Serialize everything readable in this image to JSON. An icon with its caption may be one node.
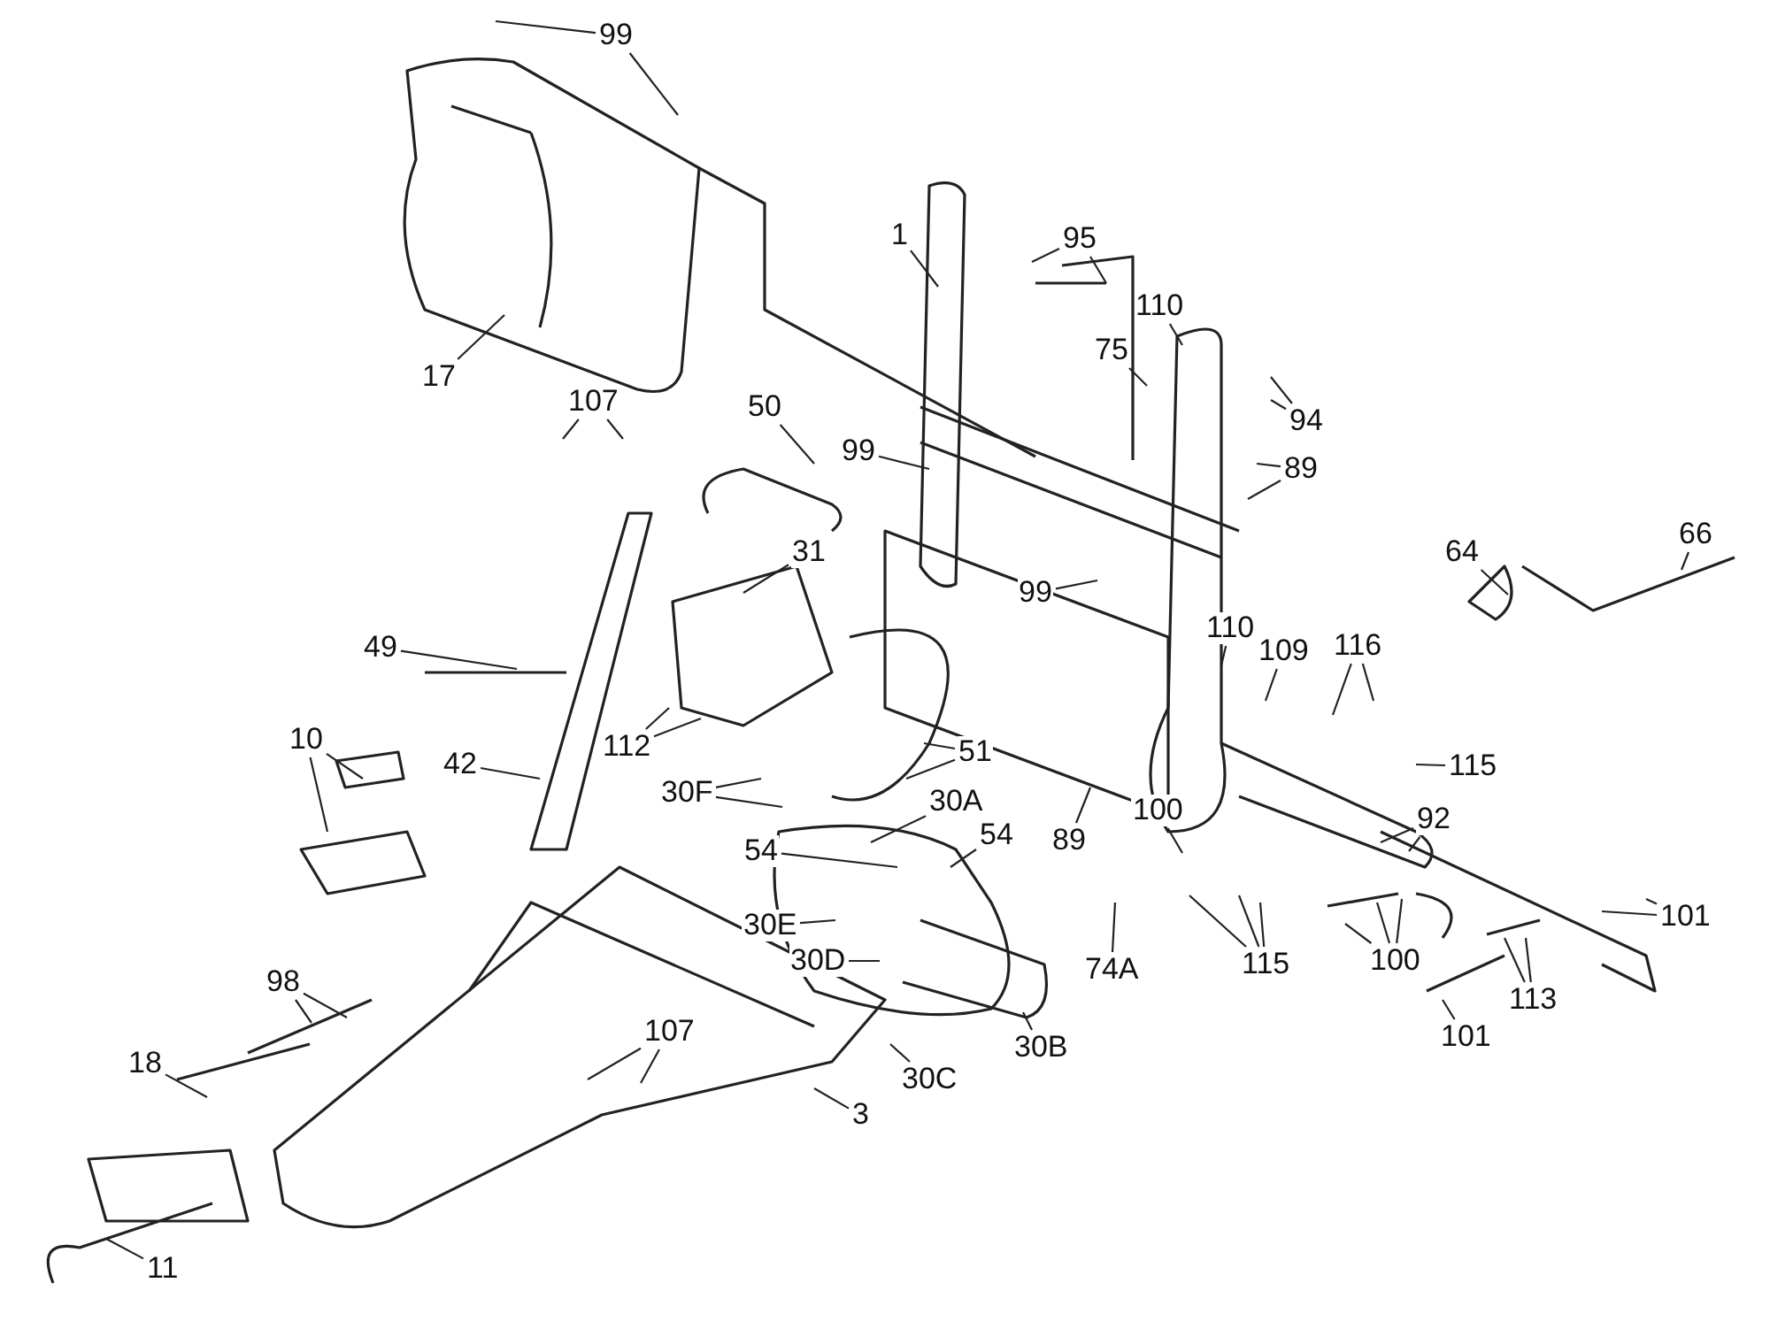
{
  "diagram": {
    "nodes": [
      {
        "text": [
          "99"
        ]
      },
      {
        "text": [
          "1"
        ]
      },
      {
        "text": [
          "95"
        ]
      },
      {
        "text": [
          "110"
        ]
      },
      {
        "text": [
          "75"
        ]
      },
      {
        "text": [
          "94"
        ]
      },
      {
        "text": [
          "17"
        ]
      },
      {
        "text": [
          "107"
        ]
      },
      {
        "text": [
          "50"
        ]
      },
      {
        "text": [
          "99"
        ]
      },
      {
        "text": [
          "89"
        ]
      },
      {
        "text": [
          "64"
        ]
      },
      {
        "text": [
          "66"
        ]
      },
      {
        "text": [
          "31"
        ]
      },
      {
        "text": [
          "99"
        ]
      },
      {
        "text": [
          "49"
        ]
      },
      {
        "text": [
          "110"
        ]
      },
      {
        "text": [
          "109"
        ]
      },
      {
        "text": [
          "116"
        ]
      },
      {
        "text": [
          "112"
        ]
      },
      {
        "text": [
          "10"
        ]
      },
      {
        "text": [
          "42"
        ]
      },
      {
        "text": [
          "51"
        ]
      },
      {
        "text": [
          "115"
        ]
      },
      {
        "text": [
          "30F"
        ]
      },
      {
        "text": [
          "30A"
        ]
      },
      {
        "text": [
          "89"
        ]
      },
      {
        "text": [
          "100"
        ]
      },
      {
        "text": [
          "92"
        ]
      },
      {
        "text": [
          "54"
        ]
      },
      {
        "text": [
          "54"
        ]
      },
      {
        "text": [
          "30E"
        ]
      },
      {
        "text": [
          "30D"
        ]
      },
      {
        "text": [
          "74A"
        ]
      },
      {
        "text": [
          "115"
        ]
      },
      {
        "text": [
          "100"
        ]
      },
      {
        "text": [
          "101"
        ]
      },
      {
        "text": [
          "98"
        ]
      },
      {
        "text": [
          "113"
        ]
      },
      {
        "text": [
          "107"
        ]
      },
      {
        "text": [
          "18"
        ]
      },
      {
        "text": [
          "30B"
        ]
      },
      {
        "text": [
          "30C"
        ]
      },
      {
        "text": [
          "101"
        ]
      },
      {
        "text": [
          "3"
        ]
      },
      {
        "text": [
          "11"
        ]
      }
    ],
    "edges": [
      {
        "from": 0,
        "to": null,
        "arrow": "none"
      },
      {
        "from": 0,
        "to": null,
        "arrow": "none"
      },
      {
        "from": 1,
        "to": null,
        "arrow": "none"
      },
      {
        "from": 2,
        "to": null,
        "arrow": "none"
      },
      {
        "from": 2,
        "to": null,
        "arrow": "none"
      },
      {
        "from": 3,
        "to": null,
        "arrow": "none"
      },
      {
        "from": 4,
        "to": null,
        "arrow": "none"
      },
      {
        "from": 5,
        "to": null,
        "arrow": "none"
      },
      {
        "from": 5,
        "to": null,
        "arrow": "none"
      },
      {
        "from": 6,
        "to": null,
        "arrow": "none"
      },
      {
        "from": 7,
        "to": null,
        "arrow": "none"
      },
      {
        "from": 7,
        "to": null,
        "arrow": "none"
      },
      {
        "from": 8,
        "to": null,
        "arrow": "none"
      },
      {
        "from": 9,
        "to": null,
        "arrow": "none"
      },
      {
        "from": 10,
        "to": null,
        "arrow": "none"
      },
      {
        "from": 10,
        "to": null,
        "arrow": "none"
      },
      {
        "from": 11,
        "to": null,
        "arrow": "none"
      },
      {
        "from": 12,
        "to": null,
        "arrow": "none"
      },
      {
        "from": 13,
        "to": null,
        "arrow": "none"
      },
      {
        "from": 14,
        "to": null,
        "arrow": "none"
      },
      {
        "from": 15,
        "to": null,
        "arrow": "none"
      },
      {
        "from": 16,
        "to": null,
        "arrow": "none"
      },
      {
        "from": 17,
        "to": null,
        "arrow": "none"
      },
      {
        "from": 18,
        "to": null,
        "arrow": "none"
      },
      {
        "from": 18,
        "to": null,
        "arrow": "none"
      },
      {
        "from": 19,
        "to": null,
        "arrow": "none"
      },
      {
        "from": 19,
        "to": null,
        "arrow": "none"
      },
      {
        "from": 20,
        "to": null,
        "arrow": "none"
      },
      {
        "from": 20,
        "to": null,
        "arrow": "none"
      },
      {
        "from": 21,
        "to": null,
        "arrow": "none"
      },
      {
        "from": 22,
        "to": null,
        "arrow": "none"
      },
      {
        "from": 22,
        "to": null,
        "arrow": "none"
      },
      {
        "from": 23,
        "to": null,
        "arrow": "none"
      },
      {
        "from": 24,
        "to": null,
        "arrow": "none"
      },
      {
        "from": 24,
        "to": null,
        "arrow": "none"
      },
      {
        "from": 25,
        "to": null,
        "arrow": "none"
      },
      {
        "from": 26,
        "to": null,
        "arrow": "none"
      },
      {
        "from": 27,
        "to": null,
        "arrow": "none"
      },
      {
        "from": 28,
        "to": null,
        "arrow": "none"
      },
      {
        "from": 28,
        "to": null,
        "arrow": "none"
      },
      {
        "from": 29,
        "to": null,
        "arrow": "none"
      },
      {
        "from": 30,
        "to": null,
        "arrow": "none"
      },
      {
        "from": 31,
        "to": null,
        "arrow": "none"
      },
      {
        "from": 32,
        "to": null,
        "arrow": "none"
      },
      {
        "from": 33,
        "to": null,
        "arrow": "none"
      },
      {
        "from": 34,
        "to": null,
        "arrow": "none"
      },
      {
        "from": 34,
        "to": null,
        "arrow": "none"
      },
      {
        "from": 34,
        "to": null,
        "arrow": "none"
      },
      {
        "from": 35,
        "to": null,
        "arrow": "none"
      },
      {
        "from": 35,
        "to": null,
        "arrow": "none"
      },
      {
        "from": 35,
        "to": null,
        "arrow": "none"
      },
      {
        "from": 36,
        "to": null,
        "arrow": "none"
      },
      {
        "from": 36,
        "to": null,
        "arrow": "none"
      },
      {
        "from": 37,
        "to": null,
        "arrow": "none"
      },
      {
        "from": 37,
        "to": null,
        "arrow": "none"
      },
      {
        "from": 38,
        "to": null,
        "arrow": "none"
      },
      {
        "from": 38,
        "to": null,
        "arrow": "none"
      },
      {
        "from": 39,
        "to": null,
        "arrow": "none"
      },
      {
        "from": 39,
        "to": null,
        "arrow": "none"
      },
      {
        "from": 40,
        "to": null,
        "arrow": "none"
      },
      {
        "from": 41,
        "to": null,
        "arrow": "none"
      },
      {
        "from": 42,
        "to": null,
        "arrow": "none"
      },
      {
        "from": 43,
        "to": null,
        "arrow": "none"
      },
      {
        "from": 44,
        "to": null,
        "arrow": "none"
      },
      {
        "from": 45,
        "to": null,
        "arrow": "none"
      }
    ]
  }
}
